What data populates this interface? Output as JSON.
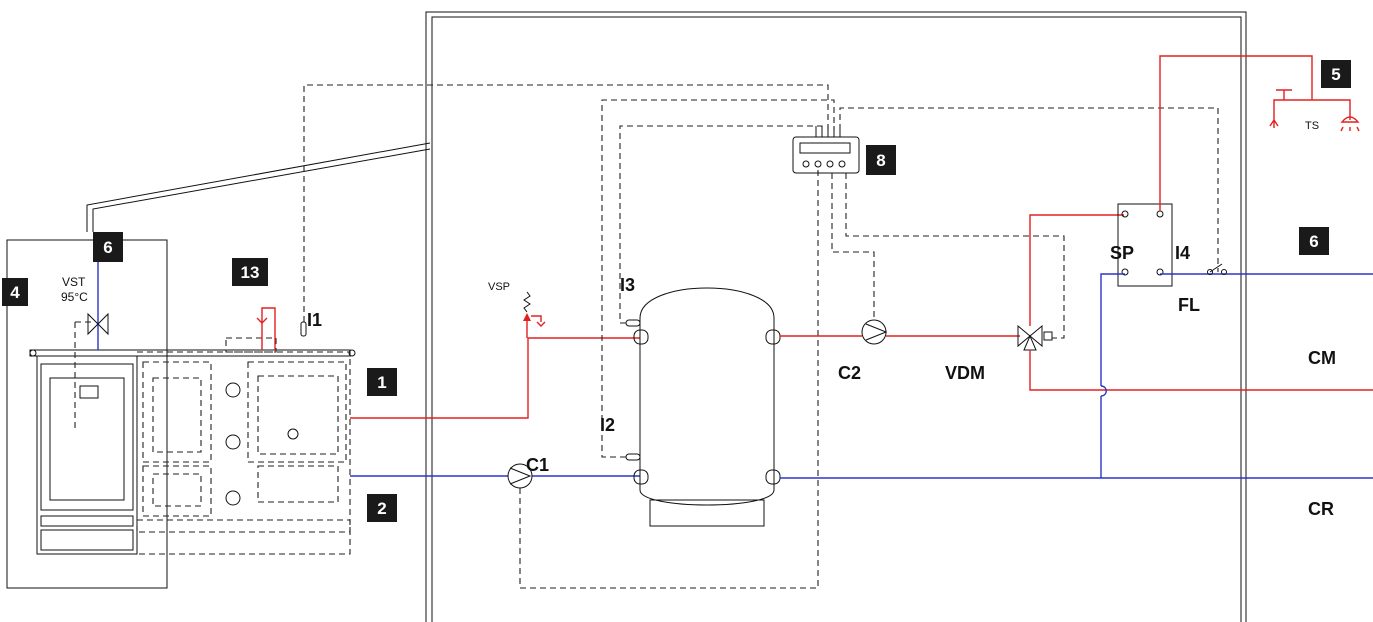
{
  "badges": {
    "b1": "1",
    "b2": "2",
    "b4": "4",
    "b5": "5",
    "b6_left": "6",
    "b6_right": "6",
    "b8": "8",
    "b13": "13"
  },
  "labels": {
    "vst": "VST",
    "vst_temp": "95°C",
    "vsp": "VSP",
    "i1": "I1",
    "i2": "I2",
    "i3": "I3",
    "i4": "I4",
    "c1": "C1",
    "c2": "C2",
    "vdm": "VDM",
    "sp": "SP",
    "fl": "FL",
    "cm": "CM",
    "cr": "CR",
    "ts": "TS"
  },
  "colors": {
    "flow_line": "#e32020",
    "return_line": "#2a36c8",
    "signal_line": "#222222",
    "badge": "#1a1a1a"
  }
}
